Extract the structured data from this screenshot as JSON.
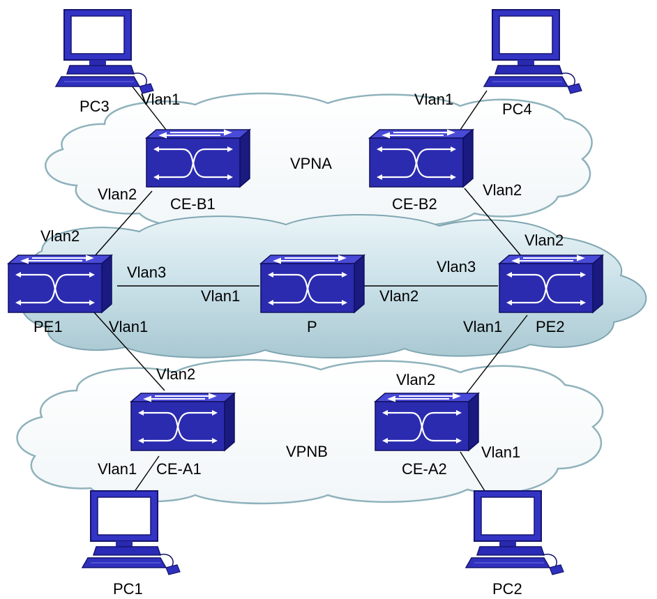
{
  "clouds": {
    "vpna_label": "VPNA",
    "vpnb_label": "VPNB"
  },
  "nodes": {
    "pc3": "PC3",
    "pc4": "PC4",
    "ce_b1": "CE-B1",
    "ce_b2": "CE-B2",
    "pe1": "PE1",
    "p": "P",
    "pe2": "PE2",
    "ce_a1": "CE-A1",
    "ce_a2": "CE-A2",
    "pc1": "PC1",
    "pc2": "PC2"
  },
  "ports": {
    "pc3_ceb1": "Vlan1",
    "pc4_ceb2": "Vlan1",
    "ceb1_pe1": "Vlan2",
    "pe1_ceb1": "Vlan2",
    "ceb2_pe2": "Vlan2",
    "pe2_ceb2": "Vlan2",
    "pe1_p": "Vlan3",
    "p_pe1": "Vlan1",
    "p_pe2": "Vlan2",
    "pe2_p": "Vlan3",
    "pe1_cea1": "Vlan1",
    "cea1_pe1": "Vlan2",
    "pe2_cea2": "Vlan1",
    "cea2_pe2": "Vlan2",
    "cea1_pc1": "Vlan1",
    "cea2_pc2": "Vlan1"
  },
  "colors": {
    "switch_front": "#2b2bb0",
    "switch_top": "#4a4ad8",
    "switch_side": "#1a1a80",
    "pc_body": "#2a2ab8",
    "cloud_fill": "#ffffff",
    "core_cloud_fill": "#d3e6ec",
    "cloud_stroke": "#8fb2bc",
    "link": "#000000"
  }
}
